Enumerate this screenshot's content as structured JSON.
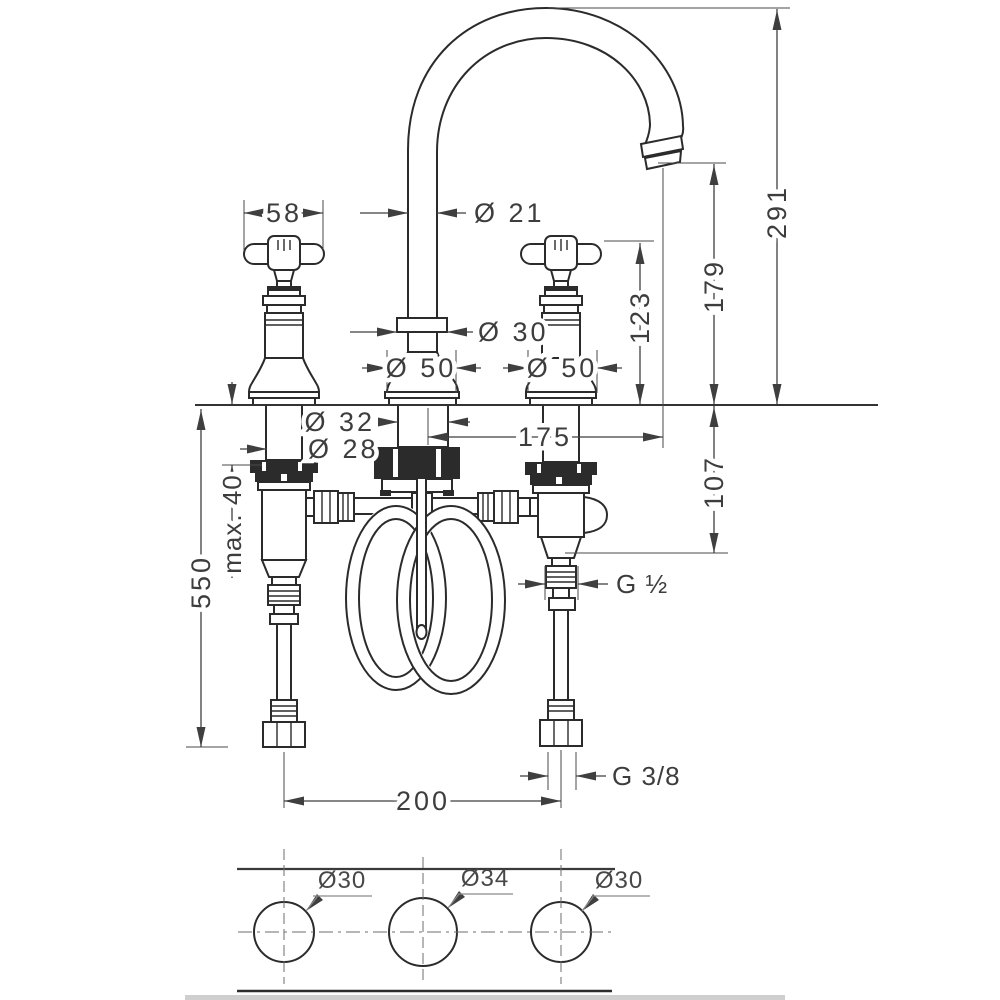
{
  "colors": {
    "line": "#2b2b2b",
    "dimension": "#3f3f3f",
    "background": "#ffffff",
    "footer_strip": "#cfcfcf"
  },
  "dims": {
    "handle_width": "58",
    "spout_tube_diameter": "Ø 21",
    "upper_collar_diameter": "Ø 30",
    "spout_base_diameter": "Ø 50",
    "handle_base_diameter": "Ø 50",
    "spout_shank_diameter": "Ø 32",
    "handle_shank_diameter": "Ø 28",
    "spout_reach": "175",
    "handle_height_above_deck": "123",
    "outlet_height_above_deck": "179",
    "total_height_above_deck": "291",
    "height_below_deck": "107",
    "max_mounting_thickness": "max. 40",
    "hose_length_below_deck": "550",
    "handle_connection_thread": "G ½",
    "supply_hose_thread": "G 3/8",
    "outer_hole_spacing": "200",
    "hole_left_diameter": "Ø30",
    "hole_middle_diameter": "Ø34",
    "hole_right_diameter": "Ø30"
  }
}
